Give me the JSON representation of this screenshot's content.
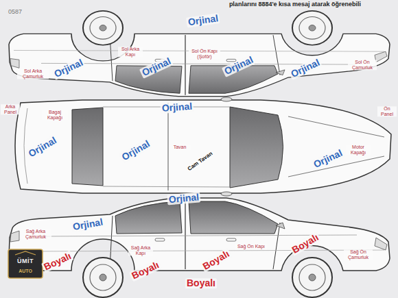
{
  "diagram": {
    "labels": [
      "0587",
      "planlarını 8884'e kısa mesaj atarak öğrenebili",
      "Orjinal",
      "Sol Arka Çamurluk",
      "Orjinal",
      "Sol Arka Kapı",
      "Orjinal",
      "Sol Ön Kapı (Şoför)",
      "Orjinal",
      "Orjinal",
      "Sol Ön Çamurluk",
      "Arka Panel",
      "Bagaj Kapağı",
      "Orjinal",
      "Orjinal",
      "Orjinal",
      "Tavan",
      "Cam Tavan",
      "Orjinal",
      "Motor Kapağı",
      "Ön Panel",
      "Orjinal",
      "Sağ Arka Çamurluk",
      "Orjinal",
      "Boyalı",
      "Sağ Arka Kapı",
      "Boyalı",
      "Sağ Ön Kapı",
      "Boyalı",
      "Boyalı",
      "Sağ Ön Çamurluk",
      "Boyalı",
      "ÜMİT",
      "AUTO"
    ]
  }
}
